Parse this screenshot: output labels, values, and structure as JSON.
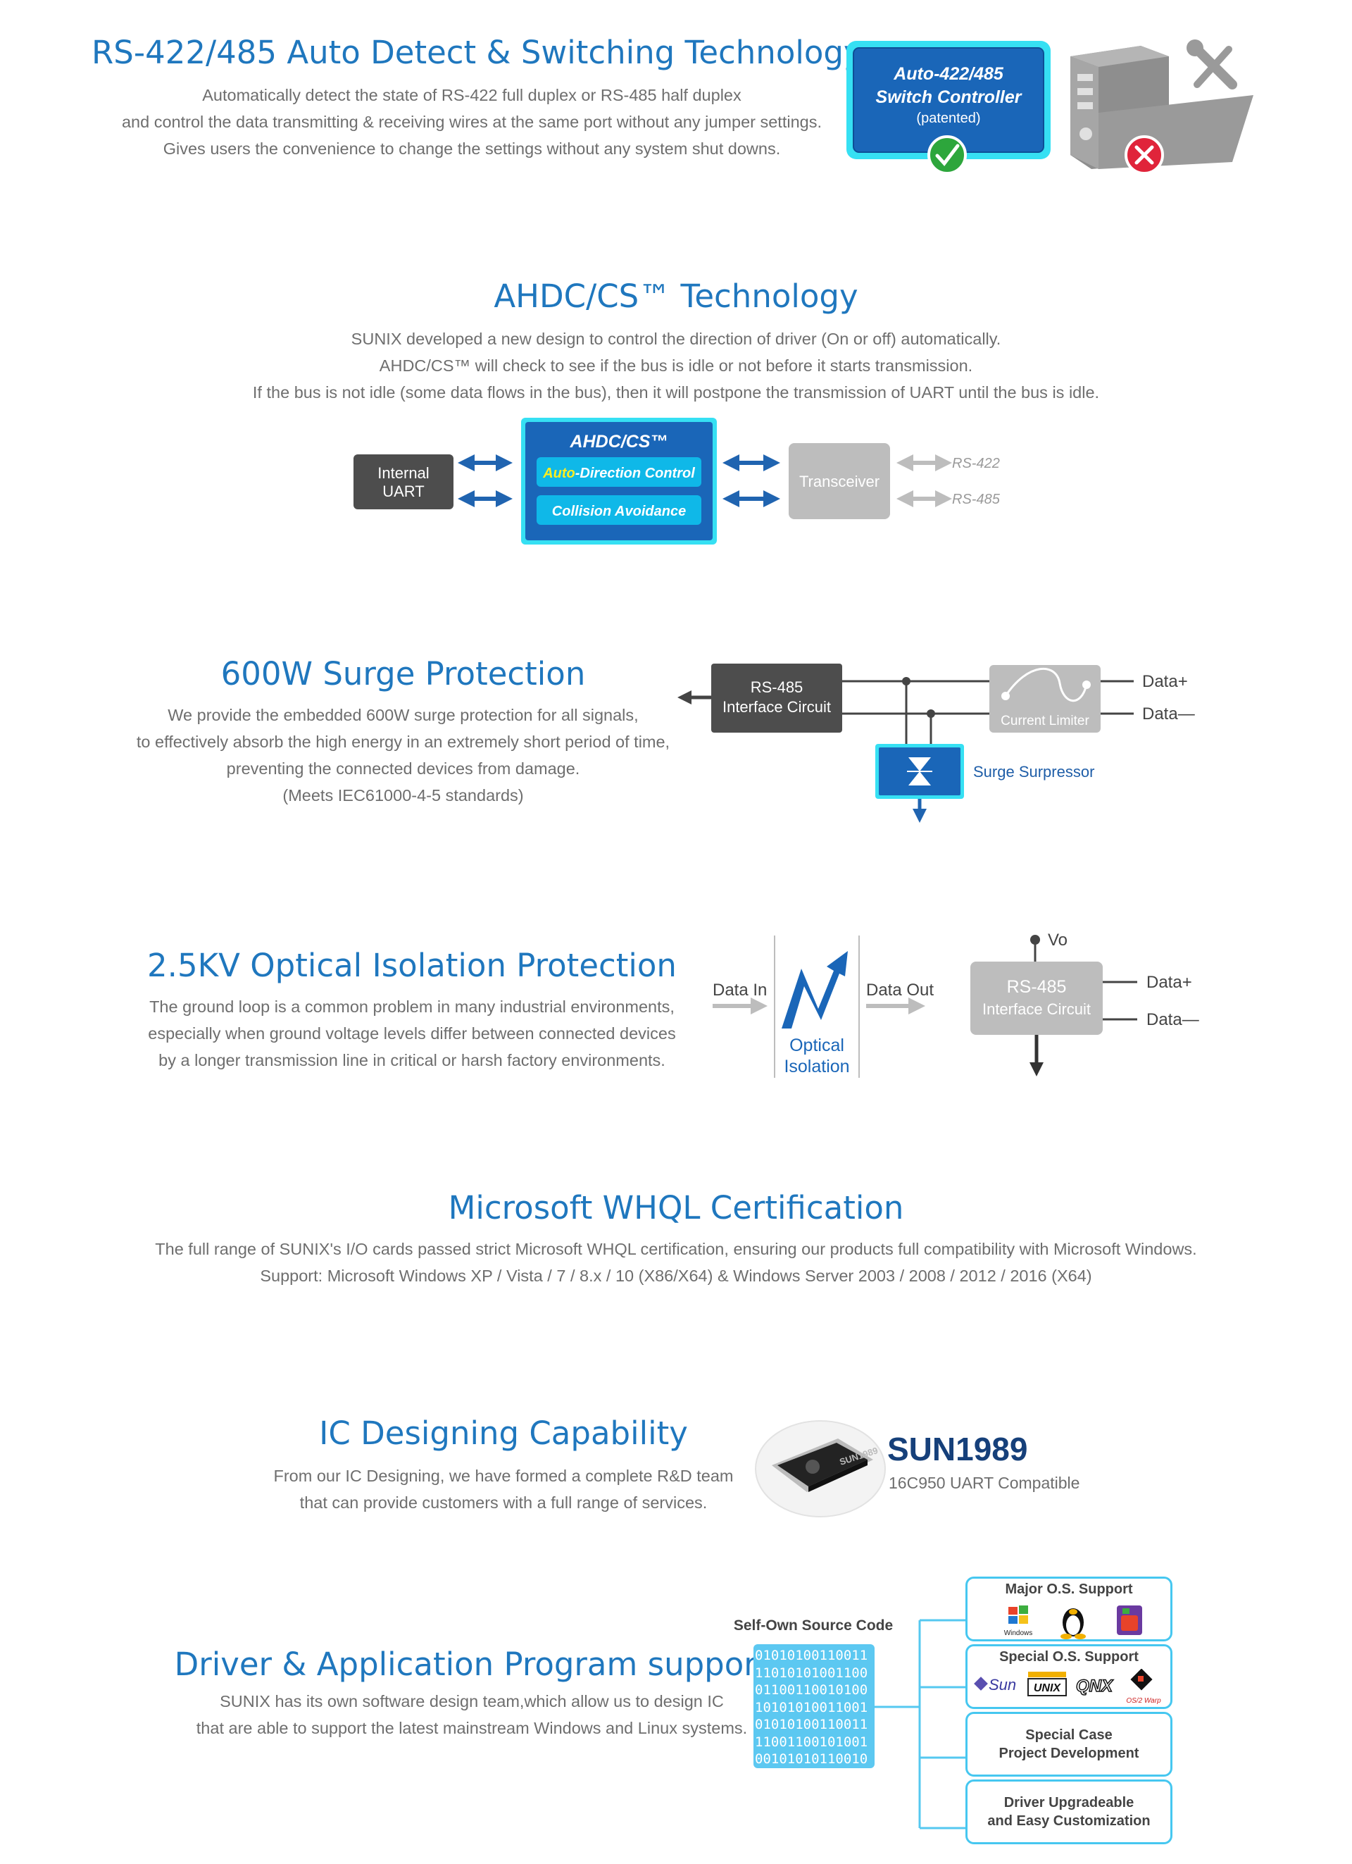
{
  "s1": {
    "title": "RS-422/485 Auto Detect & Switching Technology",
    "lines": [
      "Automatically detect the state of RS-422 full duplex or RS-485 half duplex",
      "and control the data transmitting & receiving wires at the same port without any jumper settings.",
      "Gives users the convenience to change the settings without any system shut downs."
    ],
    "box_line1": "Auto-422/485",
    "box_line2": "Switch Controller",
    "box_line3": "(patented)",
    "check_icon": "check-icon",
    "cross_icon": "cross-icon"
  },
  "s2": {
    "title": "AHDC/CS™ Technology",
    "lines": [
      "SUNIX developed a new design to control the direction of driver (On or off) automatically.",
      "AHDC/CS™ will check to see if the bus is idle or not before it starts transmission.",
      "If the bus is not idle (some data flows in the bus), then it will postpone the transmission of UART until the bus is idle."
    ],
    "uart1": "Internal",
    "uart2": "UART",
    "box_title": "AHDC/CS™",
    "pill1_a": "Auto",
    "pill1_b": "-Direction Control",
    "pill2": "Collision Avoidance",
    "transceiver": "Transceiver",
    "rs422": "RS-422",
    "rs485": "RS-485"
  },
  "s3": {
    "title": "600W Surge Protection",
    "lines": [
      "We provide the embedded 600W surge protection for all signals,",
      "to effectively absorb the high energy in an extremely short period of time,",
      "preventing the connected devices from damage.",
      "(Meets IEC61000-4-5 standards)"
    ],
    "circuit1": "RS-485",
    "circuit2": "Interface Circuit",
    "limiter": "Current Limiter",
    "suppressor": "Surge Surpressor",
    "data_plus": "Data+",
    "data_minus": "Data—"
  },
  "s4": {
    "title": "2.5KV Optical Isolation Protection",
    "lines": [
      "The ground loop is a common problem in many industrial environments,",
      "especially when ground voltage levels differ between connected devices",
      "by a longer transmission line in critical or harsh factory environments."
    ],
    "data_in": "Data In",
    "data_out": "Data Out",
    "optical1": "Optical",
    "optical2": "Isolation",
    "vo": "Vo",
    "circuit1": "RS-485",
    "circuit2": "Interface Circuit",
    "data_plus": "Data+",
    "data_minus": "Data—"
  },
  "s5": {
    "title": "Microsoft WHQL Certification",
    "lines": [
      "The full range of SUNIX's I/O cards passed strict Microsoft WHQL certification, ensuring our products full compatibility with Microsoft Windows.",
      "Support: Microsoft Windows XP / Vista / 7 / 8.x / 10 (X86/X64) & Windows Server 2003 / 2008 / 2012 / 2016 (X64)"
    ]
  },
  "s6": {
    "title": "IC Designing Capability",
    "lines": [
      "From our IC Designing, we have formed a complete R&D team",
      "that can provide customers with a full range of services."
    ],
    "chip_label": "SUN1989",
    "product": "SUN1989",
    "compat": "16C950 UART Compatible"
  },
  "s7": {
    "title": "Driver & Application Program support",
    "lines": [
      "SUNIX has its own software design team,which allow us to design IC",
      "that are able to support the latest mainstream Windows and Linux systems."
    ],
    "source_title": "Self-Own Source Code",
    "binary": [
      "01010100110011",
      "11010101001100",
      "01100110010100",
      "10101010011001",
      "01010100110011",
      "11001100101001",
      "00101010110010"
    ],
    "major": "Major O.S. Support",
    "windows": "Windows",
    "special": "Special O.S. Support",
    "sun": "Sun",
    "unix": "UNIX",
    "qnx": "QNX",
    "os2": "OS/2 Warp",
    "case1": "Special Case",
    "case2": "Project Development",
    "upg1": "Driver Upgradeable",
    "upg2": "and Easy Customization"
  }
}
